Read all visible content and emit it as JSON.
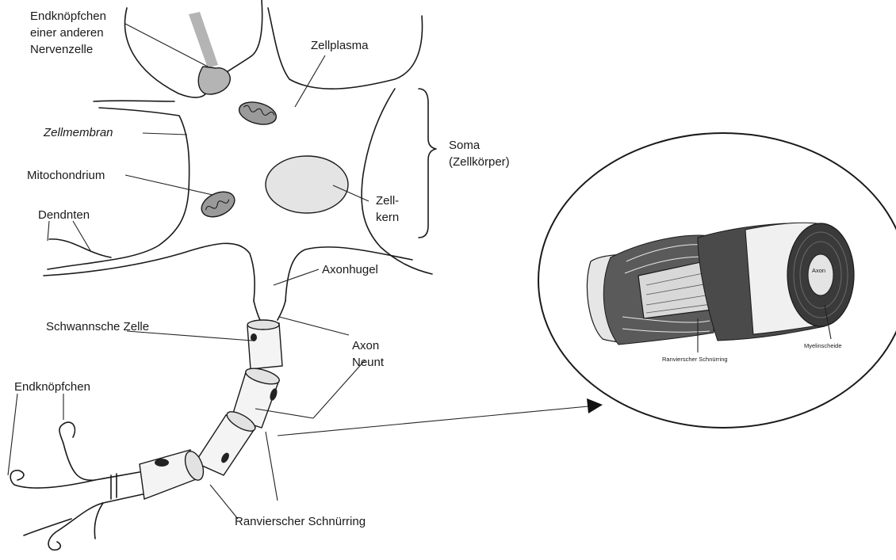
{
  "labels": {
    "endknoepfchen_other": [
      "Endknöpfchen",
      "einer anderen",
      "Nervenzelle"
    ],
    "zellplasma": "Zellplasma",
    "zellmembran": "Zellmembran",
    "soma": [
      "Soma",
      "(Zellkörper)"
    ],
    "mitochondrium": "Mitochondrium",
    "zellkern": [
      "Zell-",
      "kern"
    ],
    "dendriten": "Dendnten",
    "axonhuegel": "Axonhugel",
    "schwannsche_zelle": "Schwannsche Zelle",
    "axon_neurit": [
      "Axon",
      "Neunt"
    ],
    "endknoepfchen": "Endknöpfchen",
    "ranvier": "Ranvierscher Schnürring"
  },
  "inset": {
    "axon": "Axon",
    "myelinscheide": "Myelinscheide",
    "ranvier": "Ranvierscher Schnürring"
  },
  "colors": {
    "line": "#1a1a1a",
    "nucleus_fill": "#e4e4e4",
    "terminal_fill": "#b4b4b4",
    "myelin_dark": "#3a3a3a"
  }
}
